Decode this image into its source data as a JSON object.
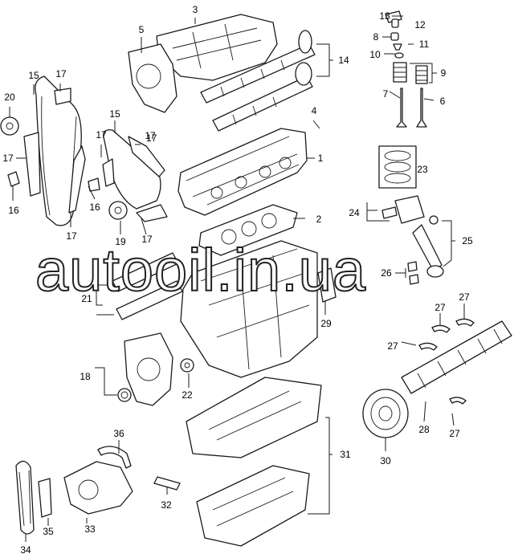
{
  "callouts": [
    "1",
    "2",
    "3",
    "4",
    "5",
    "6",
    "7",
    "8",
    "9",
    "10",
    "11",
    "12",
    "13",
    "14",
    "15",
    "15",
    "16",
    "16",
    "17",
    "17",
    "17",
    "17",
    "17",
    "17",
    "17",
    "18",
    "19",
    "20",
    "21",
    "22",
    "23",
    "24",
    "25",
    "26",
    "27",
    "27",
    "27",
    "27",
    "28",
    "29",
    "30",
    "31",
    "32",
    "33",
    "34",
    "35",
    "36"
  ],
  "watermark": "autooil.in.ua",
  "colors": {
    "line": "#1a1a1a",
    "background": "#ffffff",
    "watermark_outline": "#222222"
  }
}
